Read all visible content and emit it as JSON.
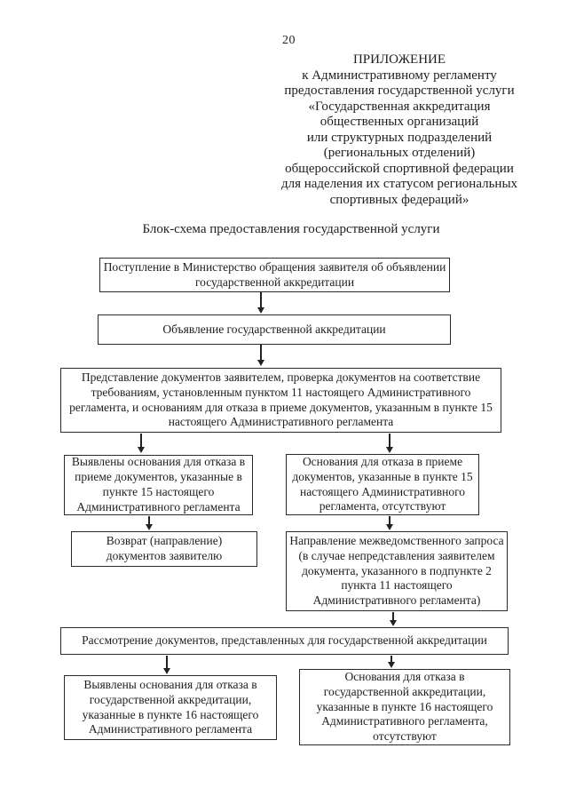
{
  "page": {
    "number": "20",
    "ink_color": "#1e1e1e",
    "paper_color": "#ffffff"
  },
  "header": {
    "lines": [
      "ПРИЛОЖЕНИЕ",
      "к Административному регламенту",
      "предоставления государственной услуги",
      "«Государственная аккредитация",
      "общественных организаций",
      "или структурных подразделений",
      "(региональных отделений)",
      "общероссийской спортивной  федерации",
      "для наделения их статусом региональных",
      "спортивных федераций»"
    ]
  },
  "subtitle": "Блок-схема предоставления государственной услуги",
  "flowchart": {
    "boxes": [
      {
        "id": "b1",
        "lines": [
          "Поступление в Министерство обращения заявителя об объявлении",
          "государственной аккредитации"
        ]
      },
      {
        "id": "b2",
        "lines": [
          "Объявление государственной аккредитации"
        ]
      },
      {
        "id": "b3",
        "lines": [
          "Представление документов заявителем, проверка документов на соответствие",
          "требованиям, установленным пунктом 11 настоящего Административного",
          "регламента, и основаниям для отказа в приеме документов, указанным в пункте 15",
          "настоящего Административного регламента"
        ]
      },
      {
        "id": "b4",
        "lines": [
          "Выявлены основания для отказа в",
          "приеме документов, указанные в",
          "пункте 15 настоящего",
          "Административного регламента"
        ]
      },
      {
        "id": "b5",
        "lines": [
          "Основания для отказа в приеме",
          "документов, указанные в пункте 15",
          "настоящего Административного",
          "регламента, отсутствуют"
        ]
      },
      {
        "id": "b6",
        "lines": [
          "Возврат (направление)",
          "документов заявителю"
        ]
      },
      {
        "id": "b7",
        "lines": [
          "Направление межведомственного запроса",
          "(в случае непредставления заявителем",
          "документа, указанного в подпункте 2",
          "пункта 11 настоящего",
          "Административного регламента)"
        ]
      },
      {
        "id": "b8",
        "lines": [
          "Рассмотрение документов, представленных для государственной аккредитации"
        ]
      },
      {
        "id": "b9",
        "lines": [
          "Выявлены основания для отказа в",
          "государственной аккредитации,",
          "указанные в пункте 16 настоящего",
          "Административного регламента"
        ]
      },
      {
        "id": "b10",
        "lines": [
          "Основания для отказа в",
          "государственной аккредитации,",
          "указанные в пункте 16 настоящего",
          "Административного регламента,",
          "отсутствуют"
        ]
      }
    ]
  }
}
